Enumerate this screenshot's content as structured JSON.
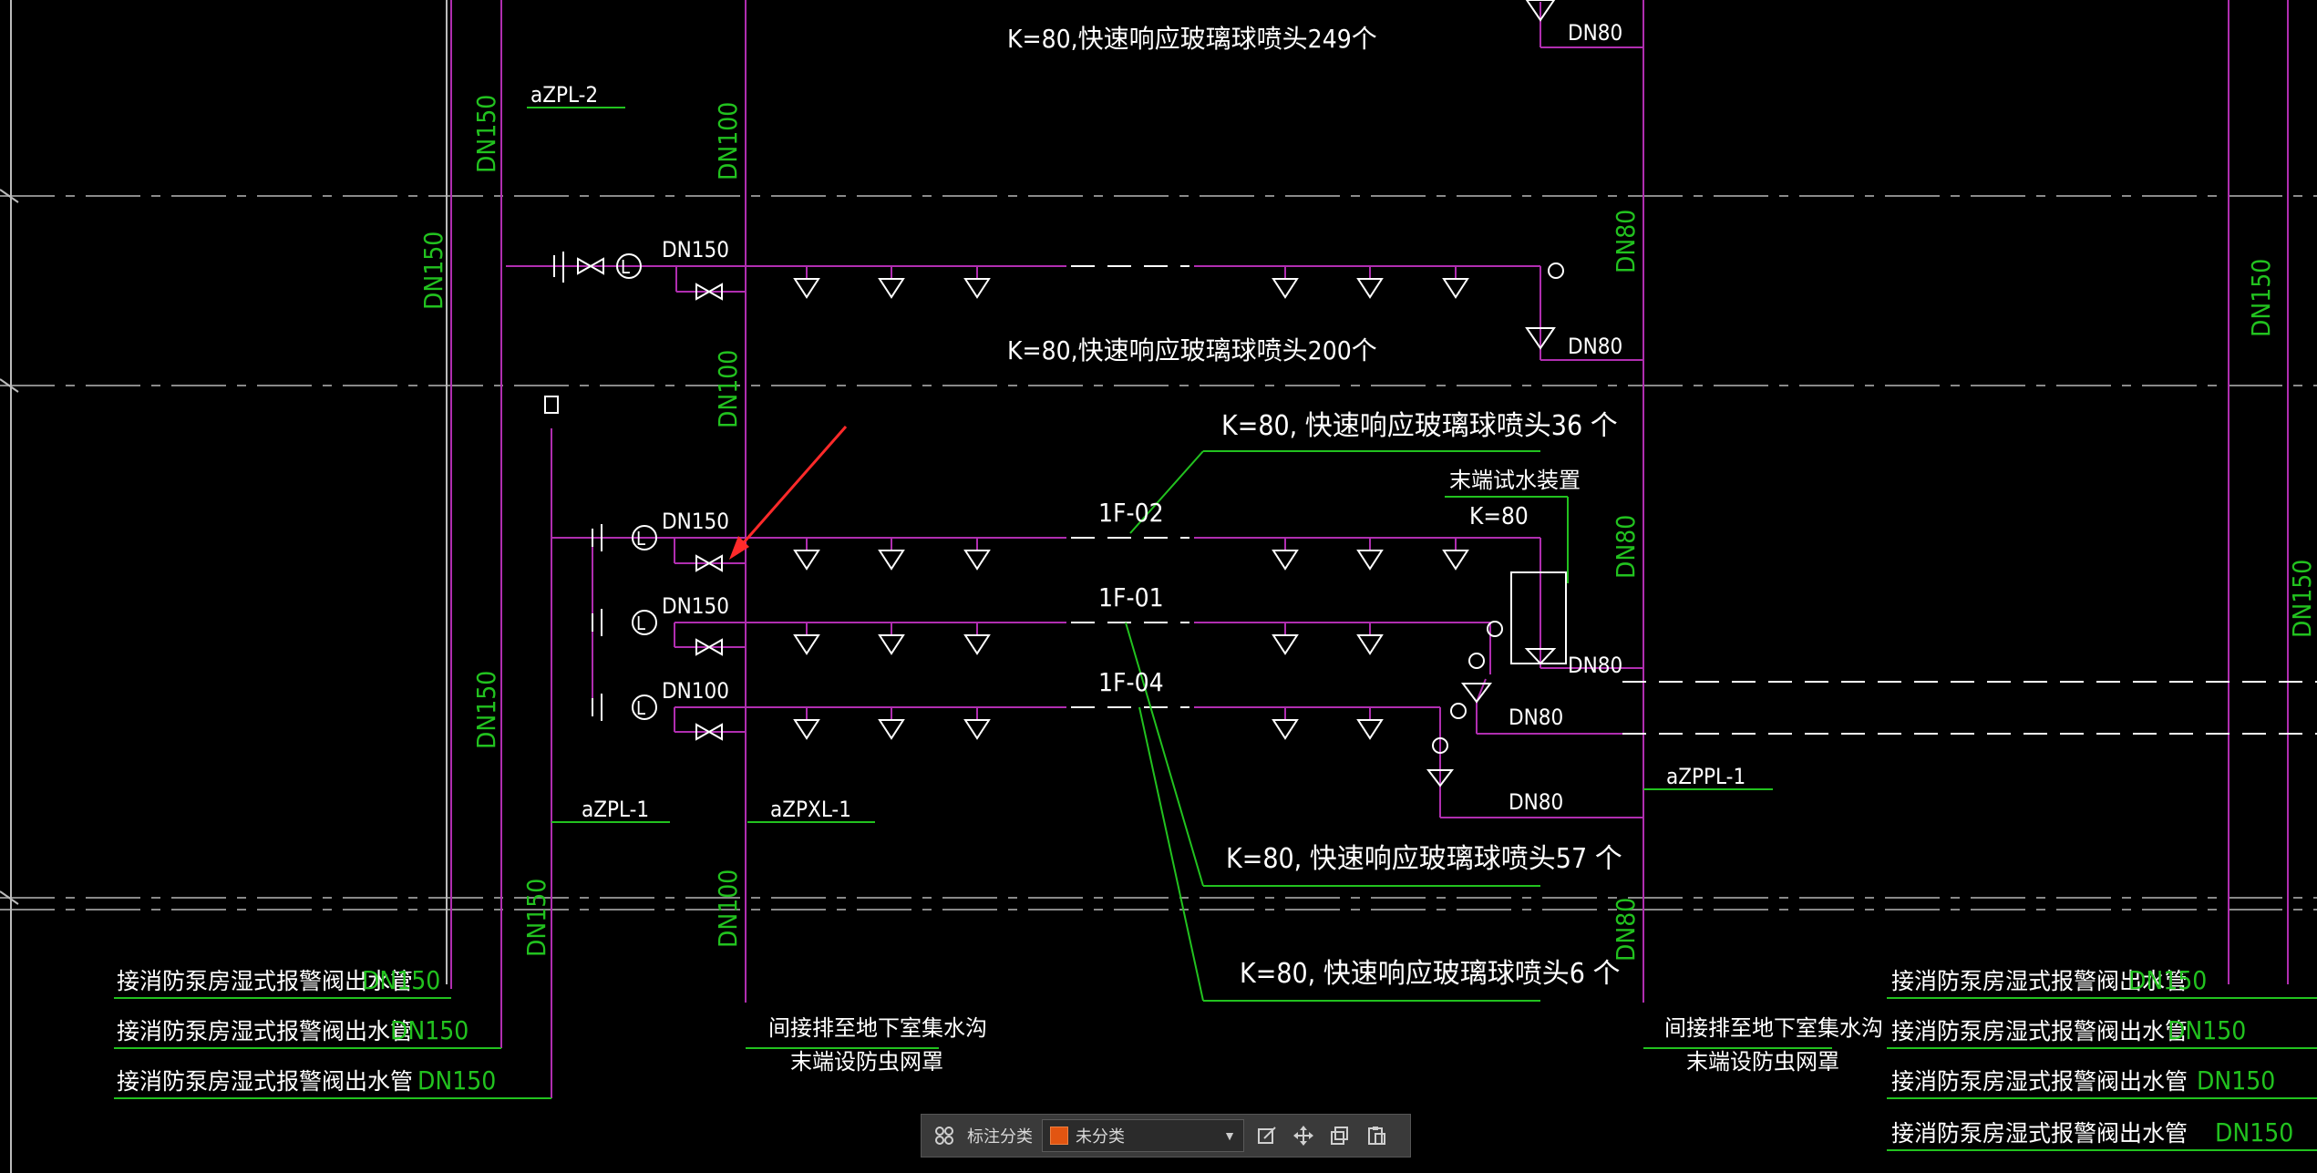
{
  "drawing": {
    "labels": {
      "k249": "K=80,快速响应玻璃球喷头249个",
      "k200": "K=80,快速响应玻璃球喷头200个",
      "k36": "K=80, 快速响应玻璃球喷头36 个",
      "k57": "K=80, 快速响应玻璃球喷头57 个",
      "k6": "K=80, 快速响应玻璃球喷头6 个",
      "zpl2": "aZPL-2",
      "zpl1": "aZPL-1",
      "zpxl1": "aZPXL-1",
      "zppl1": "aZPPL-1",
      "f02": "1F-02",
      "f01": "1F-01",
      "f04": "1F-04",
      "end_test": "末端试水装置",
      "end_k": "K=80",
      "drain_line1": "间接排至地下室集水沟",
      "drain_line2": "末端设防虫网罩",
      "pump_outlet": "接消防泵房湿式报警阀出水管"
    },
    "pipe_sizes": {
      "dn150": "DN150",
      "dn100": "DN100",
      "dn80": "DN80"
    }
  },
  "toolbar": {
    "group_icon": "group-icon",
    "category_label": "标注分类",
    "category_value": "未分类",
    "category_color": "#e25511",
    "tools": [
      "edit-icon",
      "move-icon",
      "copy-icon",
      "paste-icon"
    ]
  },
  "colors": {
    "pipe": "#b02eb0",
    "leader": "#22c21f",
    "grid": "#8a8a8a",
    "text": "#ffffff",
    "arrow": "#ff2a2a"
  }
}
